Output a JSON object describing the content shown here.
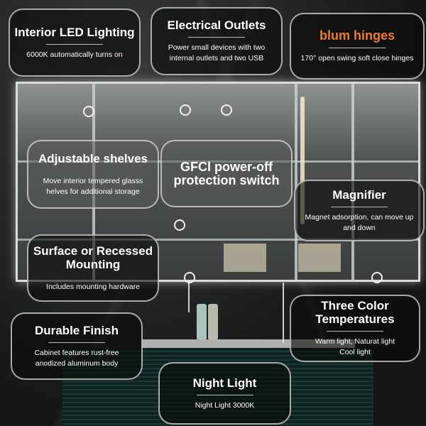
{
  "features": {
    "interior_led": {
      "title": "Interior LED Lighting",
      "desc": "6000K automatically turns on"
    },
    "outlets": {
      "title": "Electrical Outlets",
      "desc": "Power small devices with two internal outlets and two USB"
    },
    "blum": {
      "title": "blum hinges",
      "desc": "170° open swing soft close hinges"
    },
    "shelves": {
      "title": "Adjustable shelves",
      "desc": "Move interior tempered glasss helves for additional storage"
    },
    "gfci": {
      "title": "GFCl power-off protection switch"
    },
    "magnifier": {
      "title": "Magnifier",
      "desc": "Magnet adsorption, can move up and down"
    },
    "mounting": {
      "title": "Surface or Recessed Mounting",
      "desc": "Includes mounting hardware"
    },
    "color_temp": {
      "title": "Three Color Temperatures",
      "desc": "Warm light, Naturat light Cool light"
    },
    "finish": {
      "title": "Durable Finish",
      "desc": "Cabinet features rust-free anodized aluminum body"
    },
    "night_light": {
      "title": "Night Light",
      "desc": "Night Light 3000K"
    }
  },
  "colors": {
    "brand_blum": "#ee7a2c"
  }
}
